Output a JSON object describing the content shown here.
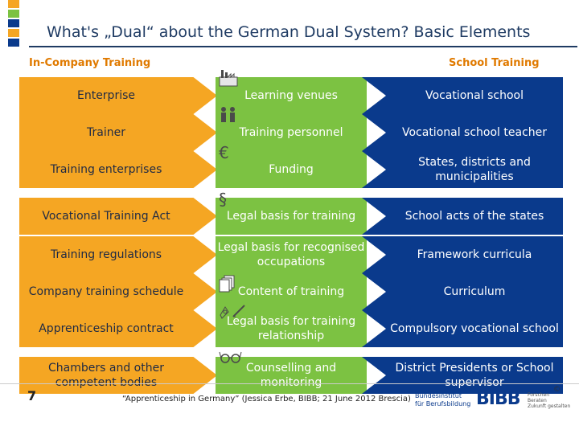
{
  "title": "What's „Dual“ about the German Dual System? Basic Elements",
  "headers": {
    "left": "In-Company Training",
    "right": "School Training"
  },
  "colors": {
    "orange": "#f5a623",
    "green": "#7cc242",
    "navy": "#0a3a8c",
    "heading": "#e07a00"
  },
  "rows": [
    {
      "left": "Enterprise",
      "mid": "Learning venues",
      "right": "Vocational school",
      "icon": "factory-icon"
    },
    {
      "left": "Trainer",
      "mid": "Training personnel",
      "right": "Vocational school teacher",
      "icon": "people-icon"
    },
    {
      "left": "Training enterprises",
      "mid": "Funding",
      "right": "States, districts and municipalities",
      "icon": "euro-icon"
    },
    {
      "left": "Vocational Training Act",
      "mid": "Legal basis for training",
      "right": "School acts of the states",
      "icon": "paragraph-icon"
    },
    {
      "left": "Training regulations",
      "mid": "Legal basis for recognised occupations",
      "right": "Framework curricula",
      "icon": ""
    },
    {
      "left": "Company training schedule",
      "mid": "Content of training",
      "right": "Curriculum",
      "icon": "document-stack-icon"
    },
    {
      "left": "Apprenticeship contract",
      "mid": "Legal basis for training relationship",
      "right": "Compulsory vocational school",
      "icon": "contract-pen-icon"
    },
    {
      "left": "Chambers and other competent bodies",
      "mid": "Counselling and monitoring",
      "right": "District Presidents or School supervisor",
      "icon": "glasses-icon"
    }
  ],
  "icon_glyphs": {
    "euro": "€",
    "paragraph": "§"
  },
  "footer": {
    "page": "7",
    "citation": "“Apprenticeship in Germany” (Jessica Erbe, BIBB; 21 June 2012 Brescia)",
    "logo_text_1": "Bundesinstitut",
    "logo_text_2": "für Berufsbildung",
    "logo_name": "BIBB",
    "logo_small_1": "Forschen",
    "logo_small_2": "Beraten",
    "logo_small_3": "Zukunft gestalten",
    "copyright": "©"
  }
}
